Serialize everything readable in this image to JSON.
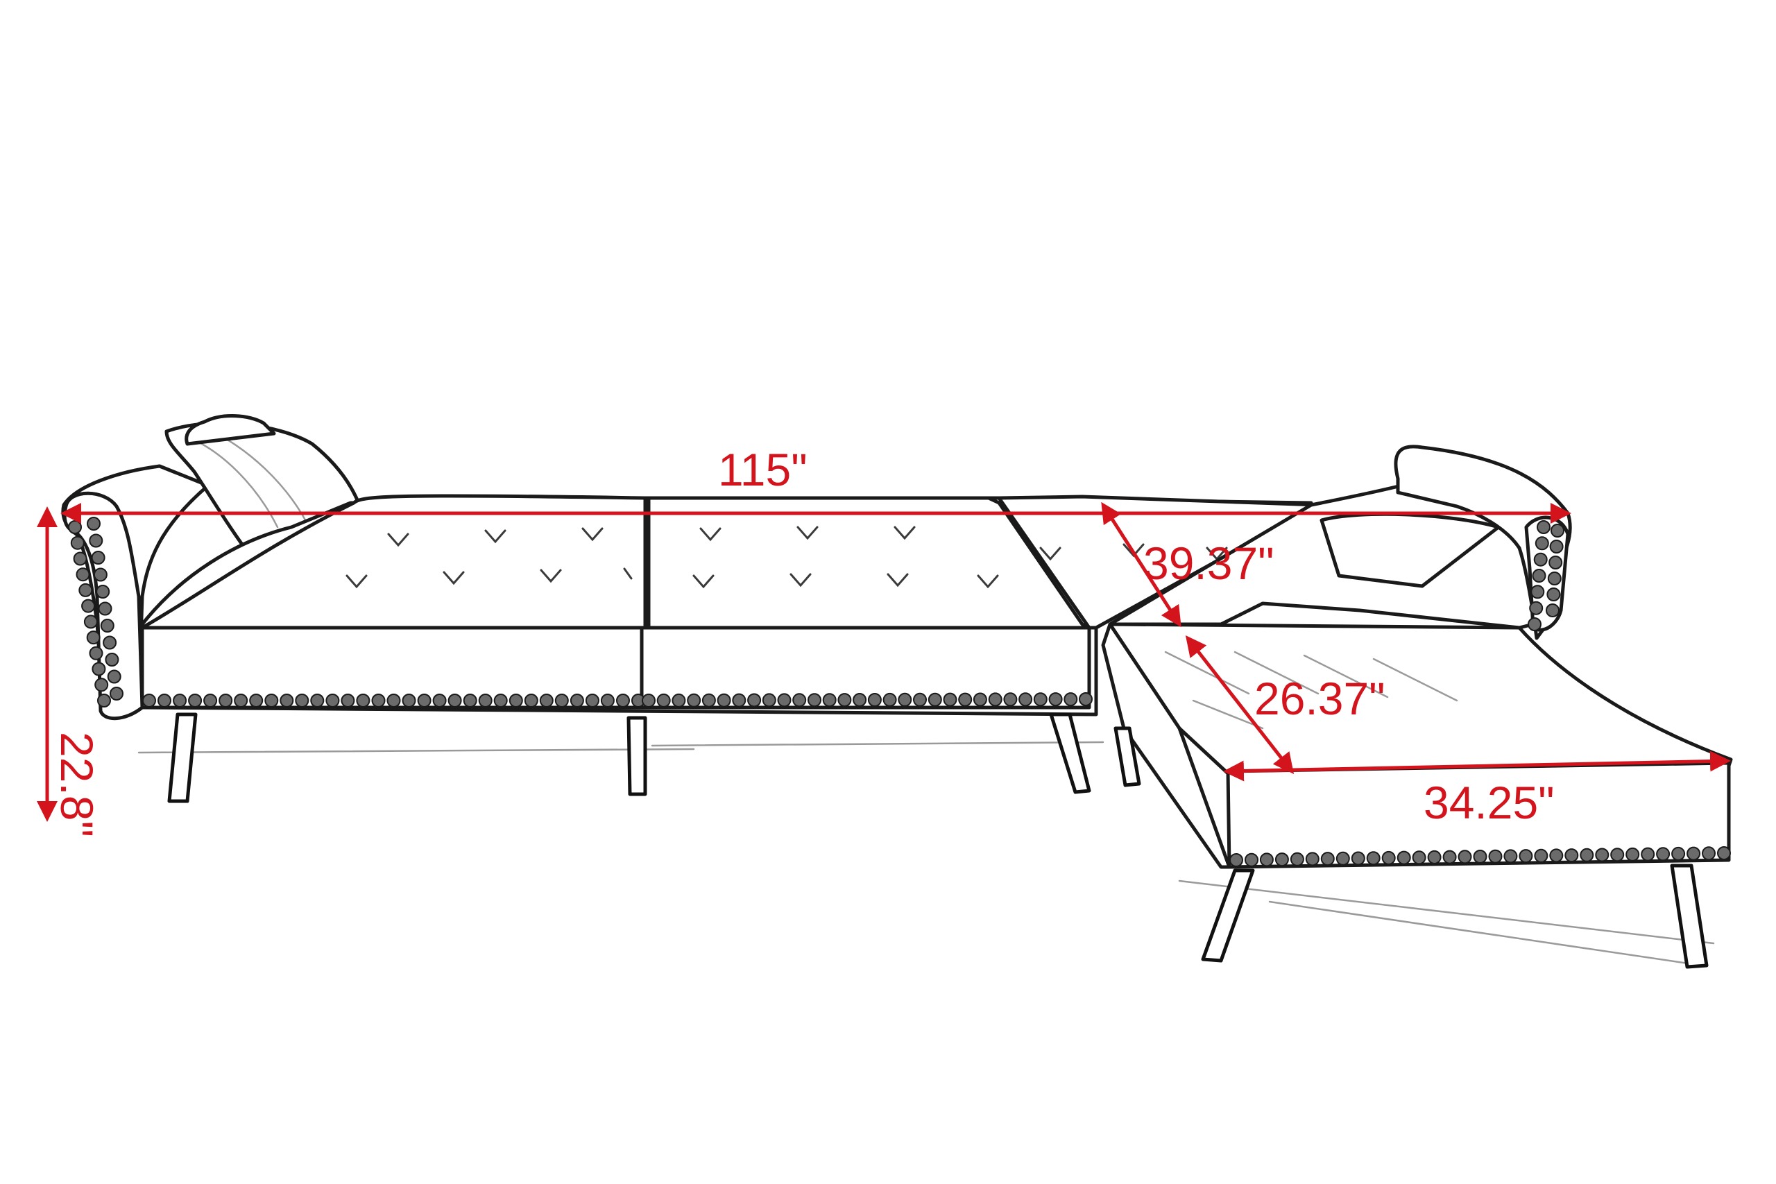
{
  "diagram": {
    "subject": "L-shaped tufted sectional sofa with chaise, line drawing with dimensions",
    "colors": {
      "dimension": "#d4141c",
      "outline": "#1a1a1a",
      "background": "#ffffff"
    },
    "dimensions": {
      "overall_length": "115\"",
      "chaise_depth": "39.37\"",
      "chaise_seat_depth": "26.37\"",
      "chaise_width": "34.25\"",
      "height": "22.8\""
    }
  }
}
